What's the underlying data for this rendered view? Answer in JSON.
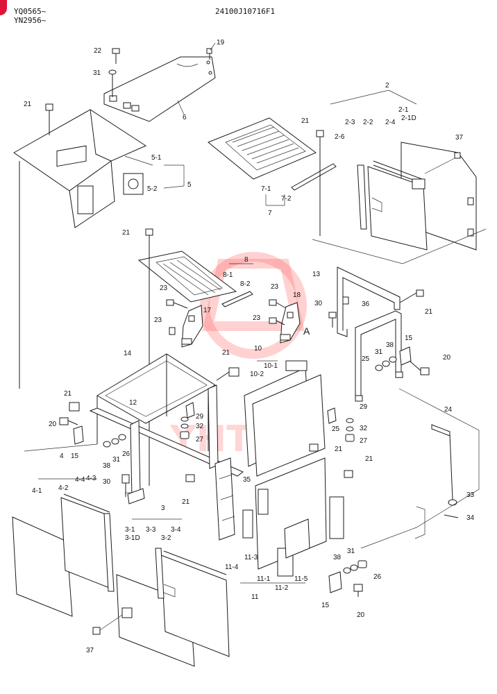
{
  "header": {
    "serial_1": "YQ0565~",
    "serial_2": "YN2956~",
    "drawing_no": "24100J10716F1"
  },
  "watermark": {
    "text": "YHTEX"
  },
  "callouts": [
    {
      "id": "c22",
      "label": "22"
    },
    {
      "id": "c19",
      "label": "19"
    },
    {
      "id": "c31a",
      "label": "31"
    },
    {
      "id": "c21a",
      "label": "21"
    },
    {
      "id": "c6",
      "label": "6"
    },
    {
      "id": "c2",
      "label": "2"
    },
    {
      "id": "c2-1",
      "label": "2-1"
    },
    {
      "id": "c2-3",
      "label": "2-3"
    },
    {
      "id": "c2-2",
      "label": "2-2"
    },
    {
      "id": "c2-4",
      "label": "2-4"
    },
    {
      "id": "c2-1d",
      "label": "2-1D"
    },
    {
      "id": "c21b",
      "label": "21"
    },
    {
      "id": "c2-6",
      "label": "2-6"
    },
    {
      "id": "c37a",
      "label": "37"
    },
    {
      "id": "c5-1",
      "label": "5-1"
    },
    {
      "id": "c5",
      "label": "5"
    },
    {
      "id": "c5-2",
      "label": "5-2"
    },
    {
      "id": "c7-1",
      "label": "7-1"
    },
    {
      "id": "c7-2",
      "label": "7-2"
    },
    {
      "id": "c7",
      "label": "7"
    },
    {
      "id": "c21c",
      "label": "21"
    },
    {
      "id": "c8",
      "label": "8"
    },
    {
      "id": "c8-1",
      "label": "8-1"
    },
    {
      "id": "c8-2",
      "label": "8-2"
    },
    {
      "id": "c13",
      "label": "13"
    },
    {
      "id": "c23a",
      "label": "23"
    },
    {
      "id": "c23b",
      "label": "23"
    },
    {
      "id": "c18",
      "label": "18"
    },
    {
      "id": "c30a",
      "label": "30"
    },
    {
      "id": "c36",
      "label": "36"
    },
    {
      "id": "c21d",
      "label": "21"
    },
    {
      "id": "c17",
      "label": "17"
    },
    {
      "id": "c23c",
      "label": "23"
    },
    {
      "id": "c23d",
      "label": "23"
    },
    {
      "id": "cA",
      "label": "A"
    },
    {
      "id": "c15a",
      "label": "15"
    },
    {
      "id": "c38a",
      "label": "38"
    },
    {
      "id": "c31b",
      "label": "31"
    },
    {
      "id": "c25a",
      "label": "25"
    },
    {
      "id": "c20a",
      "label": "20"
    },
    {
      "id": "c14",
      "label": "14"
    },
    {
      "id": "c21e",
      "label": "21"
    },
    {
      "id": "c10",
      "label": "10"
    },
    {
      "id": "c10-1",
      "label": "10-1"
    },
    {
      "id": "c10-2",
      "label": "10-2"
    },
    {
      "id": "c21f",
      "label": "21"
    },
    {
      "id": "c29a",
      "label": "29"
    },
    {
      "id": "c29b",
      "label": "29"
    },
    {
      "id": "c24",
      "label": "24"
    },
    {
      "id": "c12",
      "label": "12"
    },
    {
      "id": "c32a",
      "label": "32"
    },
    {
      "id": "c32b",
      "label": "32"
    },
    {
      "id": "c25b",
      "label": "25"
    },
    {
      "id": "c20b",
      "label": "20"
    },
    {
      "id": "c27a",
      "label": "27"
    },
    {
      "id": "c27b",
      "label": "27"
    },
    {
      "id": "c26a",
      "label": "26"
    },
    {
      "id": "c21g",
      "label": "21"
    },
    {
      "id": "c4",
      "label": "4"
    },
    {
      "id": "c15b",
      "label": "15"
    },
    {
      "id": "c31c",
      "label": "31"
    },
    {
      "id": "c38b",
      "label": "38"
    },
    {
      "id": "c21h",
      "label": "21"
    },
    {
      "id": "c4-4",
      "label": "4-4"
    },
    {
      "id": "c4-3",
      "label": "4-3"
    },
    {
      "id": "c4-2",
      "label": "4-2"
    },
    {
      "id": "c4-1",
      "label": "4-1"
    },
    {
      "id": "c30b",
      "label": "30"
    },
    {
      "id": "c35",
      "label": "35"
    },
    {
      "id": "c33",
      "label": "33"
    },
    {
      "id": "c21i",
      "label": "21"
    },
    {
      "id": "c34",
      "label": "34"
    },
    {
      "id": "c3",
      "label": "3"
    },
    {
      "id": "c3-1",
      "label": "3-1"
    },
    {
      "id": "c3-3",
      "label": "3-3"
    },
    {
      "id": "c3-4",
      "label": "3-4"
    },
    {
      "id": "c3-1d",
      "label": "3-1D"
    },
    {
      "id": "c3-2",
      "label": "3-2"
    },
    {
      "id": "c31d",
      "label": "31"
    },
    {
      "id": "c38c",
      "label": "38"
    },
    {
      "id": "c26b",
      "label": "26"
    },
    {
      "id": "c11-3",
      "label": "11-3"
    },
    {
      "id": "c11-4",
      "label": "11-4"
    },
    {
      "id": "c11-1",
      "label": "11-1"
    },
    {
      "id": "c11-5",
      "label": "11-5"
    },
    {
      "id": "c11-2",
      "label": "11-2"
    },
    {
      "id": "c11",
      "label": "11"
    },
    {
      "id": "c15c",
      "label": "15"
    },
    {
      "id": "c20c",
      "label": "20"
    },
    {
      "id": "c37b",
      "label": "37"
    }
  ]
}
